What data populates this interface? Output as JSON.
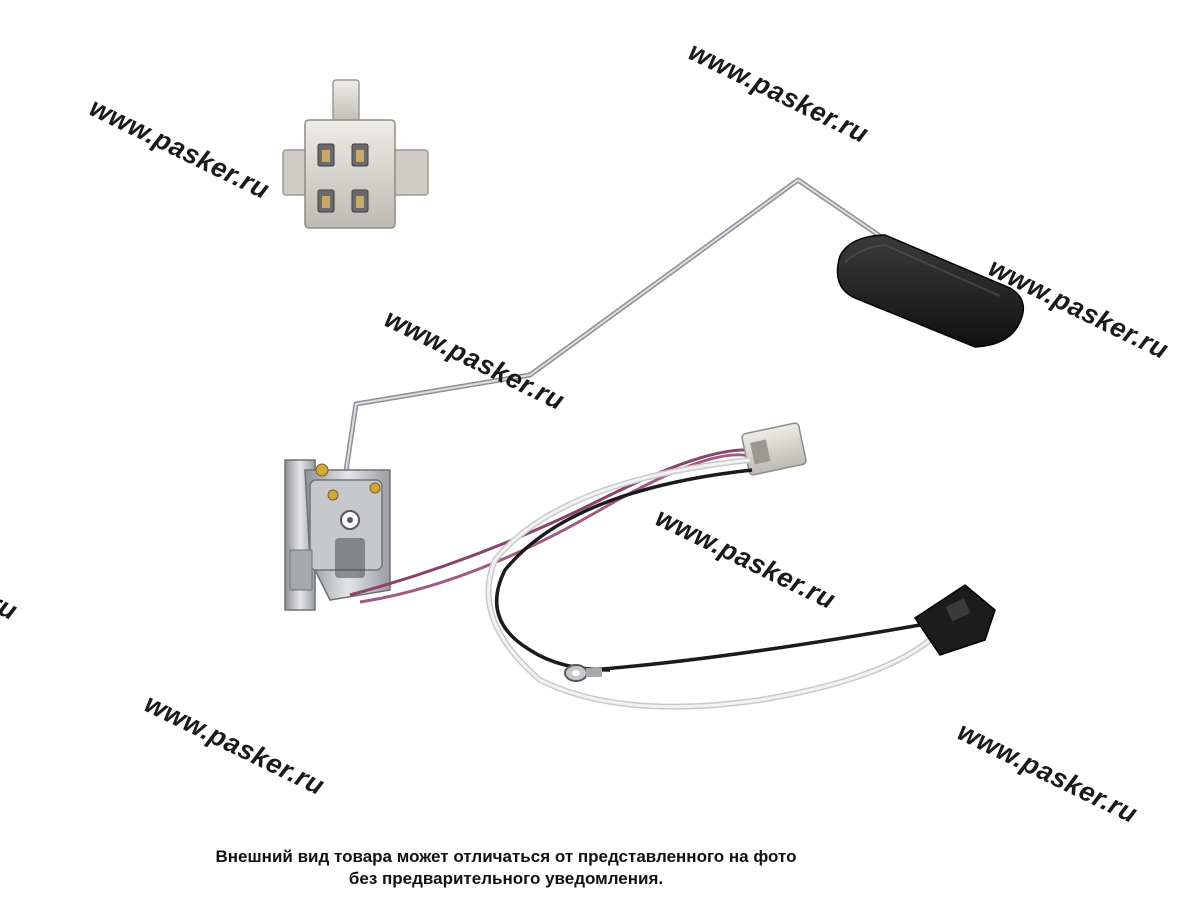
{
  "watermark": {
    "text": "www.pasker.ru",
    "partial_text": "r.ru"
  },
  "disclaimer": {
    "line1": "Внешний вид товара может отличаться от представленного на фото",
    "line2": "без предварительного уведомления."
  },
  "colors": {
    "background": "#ffffff",
    "wire_purple": "#8a4468",
    "wire_black": "#1b1b1b",
    "wire_white": "#e9e9e9",
    "float_black": "#1c1c1c",
    "connector_grey": "#d9d6d0",
    "metal": "#b7b9bc"
  }
}
